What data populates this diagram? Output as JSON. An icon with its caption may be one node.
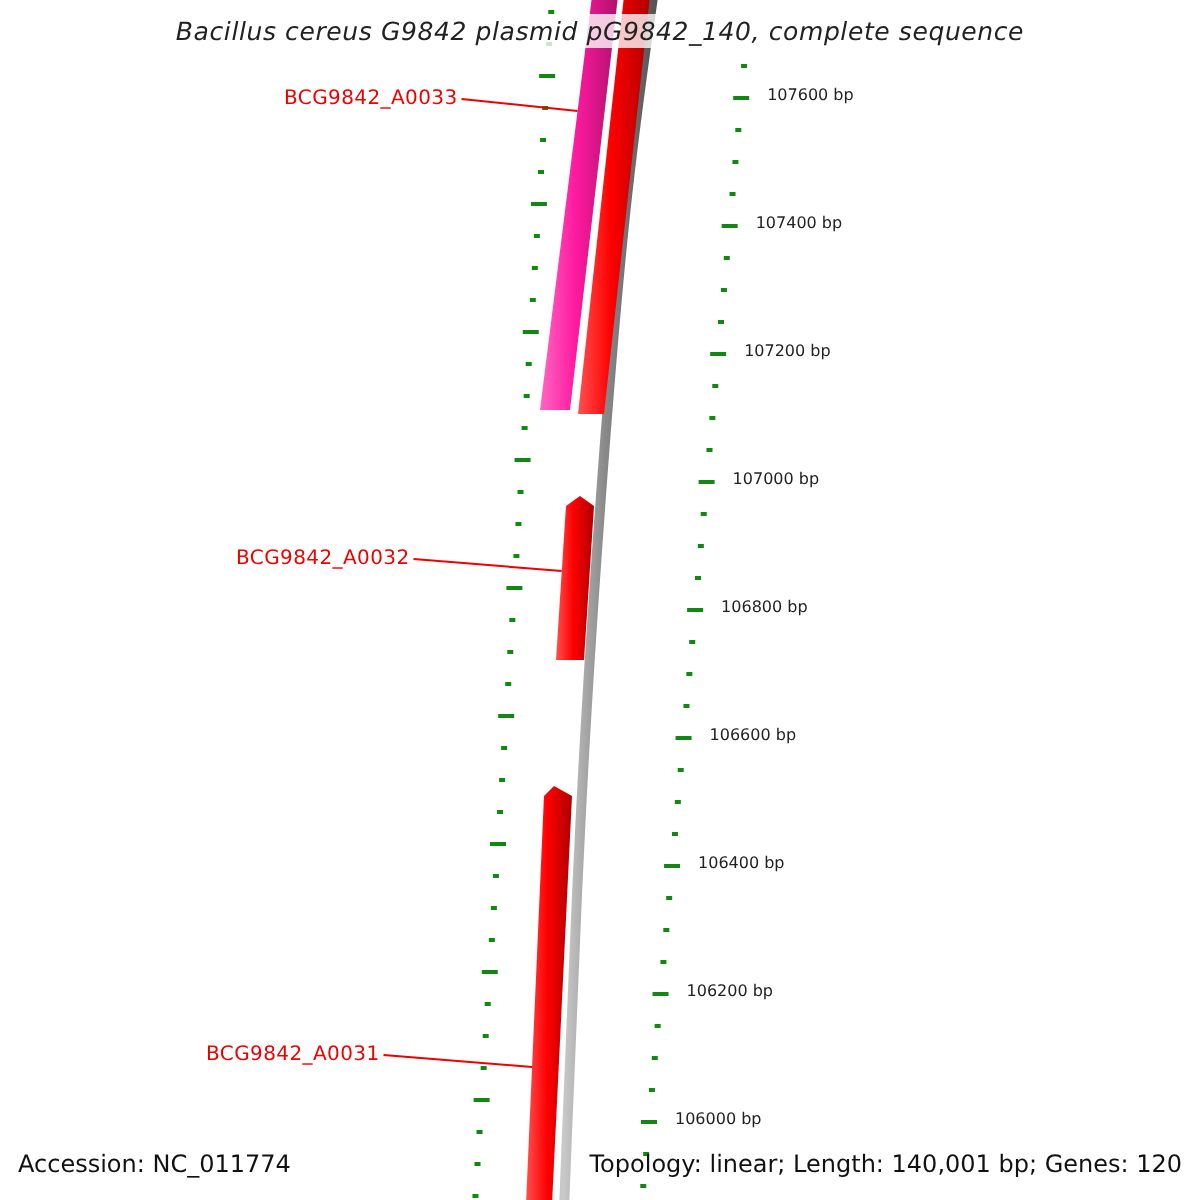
{
  "diagram": {
    "title": "Bacillus cereus G9842 plasmid pG9842_140, complete sequence",
    "nodes": [
      {
        "text": [
          "BCG9842_A0033"
        ]
      },
      {
        "text": [],
        "shape": "bar"
      },
      {
        "text": [],
        "shape": "bar"
      },
      {
        "text": [
          "BCG9842_A0032"
        ]
      },
      {
        "text": [],
        "shape": "bar"
      },
      {
        "text": [
          "BCG9842_A0031"
        ]
      },
      {
        "text": [],
        "shape": "bar"
      }
    ],
    "edges": [
      {
        "from": 0,
        "to": 1,
        "arrow": "none"
      },
      {
        "from": 3,
        "to": 4,
        "arrow": "none"
      },
      {
        "from": 5,
        "to": 6,
        "arrow": "none"
      }
    ],
    "labels": [
      "107600 bp",
      "107400 bp",
      "107200 bp",
      "107000 bp",
      "106800 bp",
      "106600 bp",
      "106400 bp",
      "106200 bp",
      "106000 bp",
      "Accession: NC_011774",
      "Topology: linear; Length: 140,001 bp; Genes: 120"
    ]
  }
}
